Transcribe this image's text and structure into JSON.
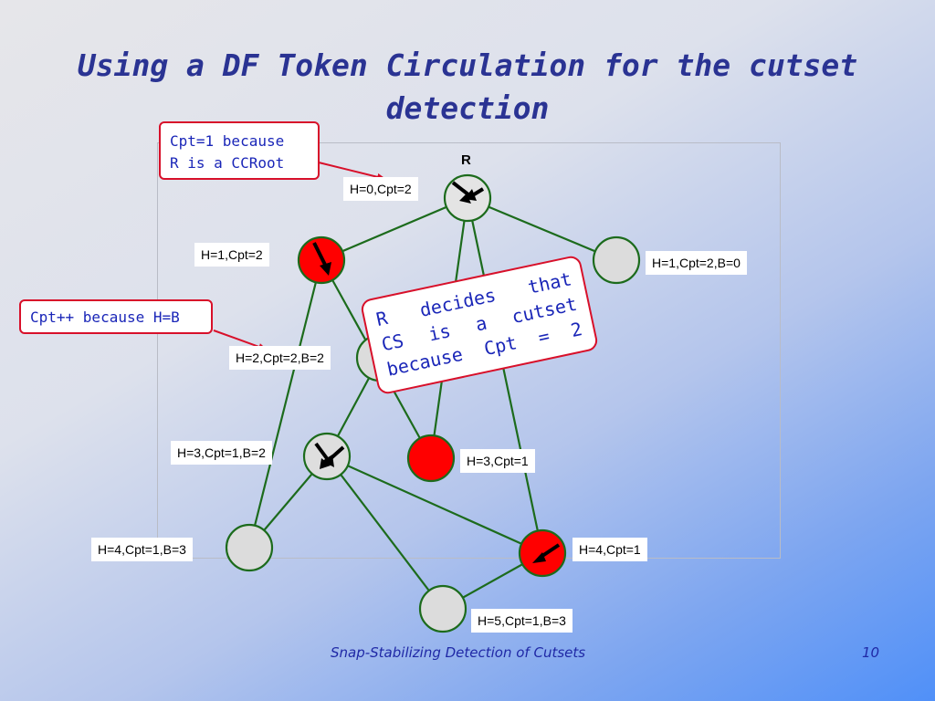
{
  "slide": {
    "title": "Using a DF Token Circulation for the cutset detection",
    "footer_text": "Snap-Stabilizing Detection of Cutsets",
    "page_number": "10"
  },
  "colors": {
    "token_red": "#ff0000",
    "idle_node": "#e0e0e0",
    "edge_green": "#1c6b1c",
    "callout_border": "#d8102a",
    "title_blue": "#2a3393"
  },
  "graph": {
    "root_label": "R",
    "node_labels": {
      "r": "H=0,Cpt=2",
      "a": "H=1,Cpt=2",
      "b": "H=1,Cpt=2,B=0",
      "c": "H=2,Cpt=2,B=2",
      "d": "H=3,Cpt=1,B=2",
      "e": "H=3,Cpt=1",
      "f": "H=4,Cpt=1,B=3",
      "g": "H=4,Cpt=1",
      "h": "H=5,Cpt=1,B=3"
    }
  },
  "callouts": {
    "root": [
      "Cpt=1 because",
      "R is a CCRoot"
    ],
    "cpt_inc": "Cpt++ because H=B",
    "decision": [
      "R decides that",
      "CS is a cutset",
      "because Cpt = 2"
    ]
  }
}
